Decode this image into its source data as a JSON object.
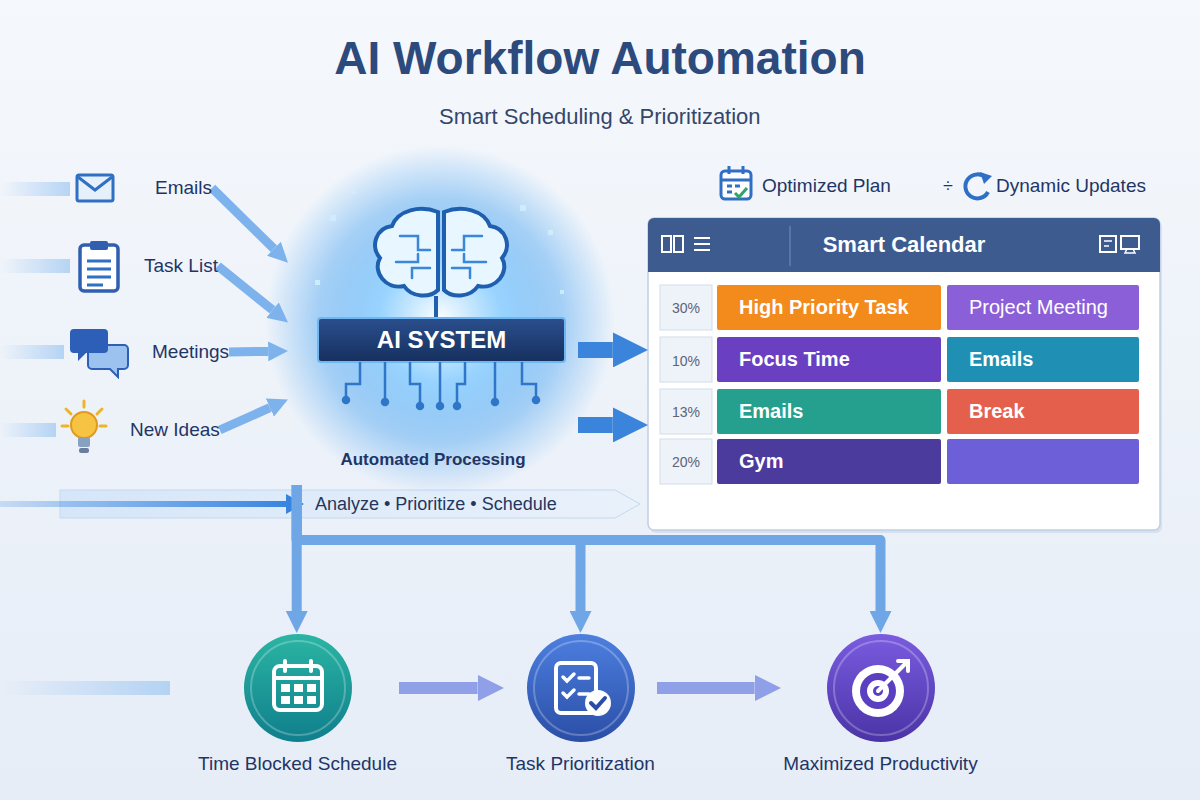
{
  "diagram": {
    "title": "AI Workflow Automation",
    "nodes": [
      {
        "text": [
          "Emails"
        ]
      },
      {
        "text": [
          "Task List"
        ]
      },
      {
        "text": [
          "Meetings"
        ]
      },
      {
        "text": [
          "New Ideas"
        ]
      },
      {
        "text": [
          "AI SYSTEM",
          "Automated Processing"
        ]
      },
      {
        "text": [
          "Smart Calendar"
        ]
      },
      {
        "text": [
          "High Priority Task"
        ],
        "in": 5
      },
      {
        "text": [
          "Project Meeting"
        ],
        "in": 5
      },
      {
        "text": [
          "Focus Time"
        ],
        "in": 5
      },
      {
        "text": [
          "Emails"
        ],
        "in": 5
      },
      {
        "text": [
          "Emails"
        ],
        "in": 5
      },
      {
        "text": [
          "Break"
        ],
        "in": 5
      },
      {
        "text": [
          "Gym"
        ],
        "in": 5
      },
      {
        "text": [
          "Time Blocked Schedule"
        ]
      },
      {
        "text": [
          "Task Prioritization"
        ]
      },
      {
        "text": [
          "Maximized Productivity"
        ]
      }
    ],
    "edges": [
      {
        "from": 0,
        "to": 4,
        "arrow": "to"
      },
      {
        "from": 1,
        "to": 4,
        "arrow": "to"
      },
      {
        "from": 2,
        "to": 4,
        "arrow": "to"
      },
      {
        "from": 3,
        "to": 4,
        "arrow": "to"
      },
      {
        "from": 4,
        "to": 5,
        "arrow": "to"
      },
      {
        "from": 4,
        "to": 5,
        "arrow": "to"
      },
      {
        "from": 4,
        "to": 13,
        "arrow": "to"
      },
      {
        "from": 4,
        "to": 14,
        "arrow": "to"
      },
      {
        "from": 4,
        "to": 15,
        "arrow": "to"
      },
      {
        "from": 13,
        "to": 14,
        "arrow": "to"
      },
      {
        "from": 14,
        "to": 15,
        "arrow": "to"
      }
    ],
    "labels": [
      "Smart Scheduling & Prioritization",
      "Optimized Plan",
      "÷",
      "Dynamic Updates",
      "30%",
      "10%",
      "13%",
      "20%",
      "Analyze • Prioritize • Schedule"
    ]
  }
}
